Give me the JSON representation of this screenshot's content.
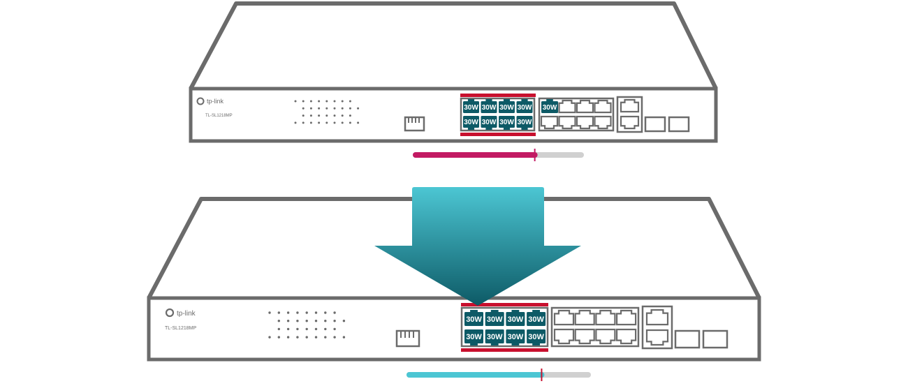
{
  "brand": {
    "logo_text": "tp-link",
    "model_label": "TL-SL1218MP"
  },
  "colors": {
    "outline": "#6b6b6b",
    "port_fill": "#0d5a66",
    "port_text": "#ffffff",
    "highlight_red": "#c8102e",
    "budget_before": "#c21a63",
    "budget_after": "#4cc6d3",
    "budget_track": "#d0d0d0",
    "arrow_top": "#4cc6d3",
    "arrow_bottom": "#0d5a66"
  },
  "top_switch": {
    "poe_port_labels": [
      "30W",
      "30W",
      "30W",
      "30W",
      "30W",
      "30W",
      "30W",
      "30W"
    ],
    "extra_poe_port_label": "30W",
    "power_budget_fraction": 0.72
  },
  "bottom_switch": {
    "poe_port_labels": [
      "30W",
      "30W",
      "30W",
      "30W",
      "30W",
      "30W",
      "30W",
      "30W"
    ],
    "power_budget_fraction": 0.74
  },
  "arrow": {
    "icon": "down-arrow-icon"
  }
}
